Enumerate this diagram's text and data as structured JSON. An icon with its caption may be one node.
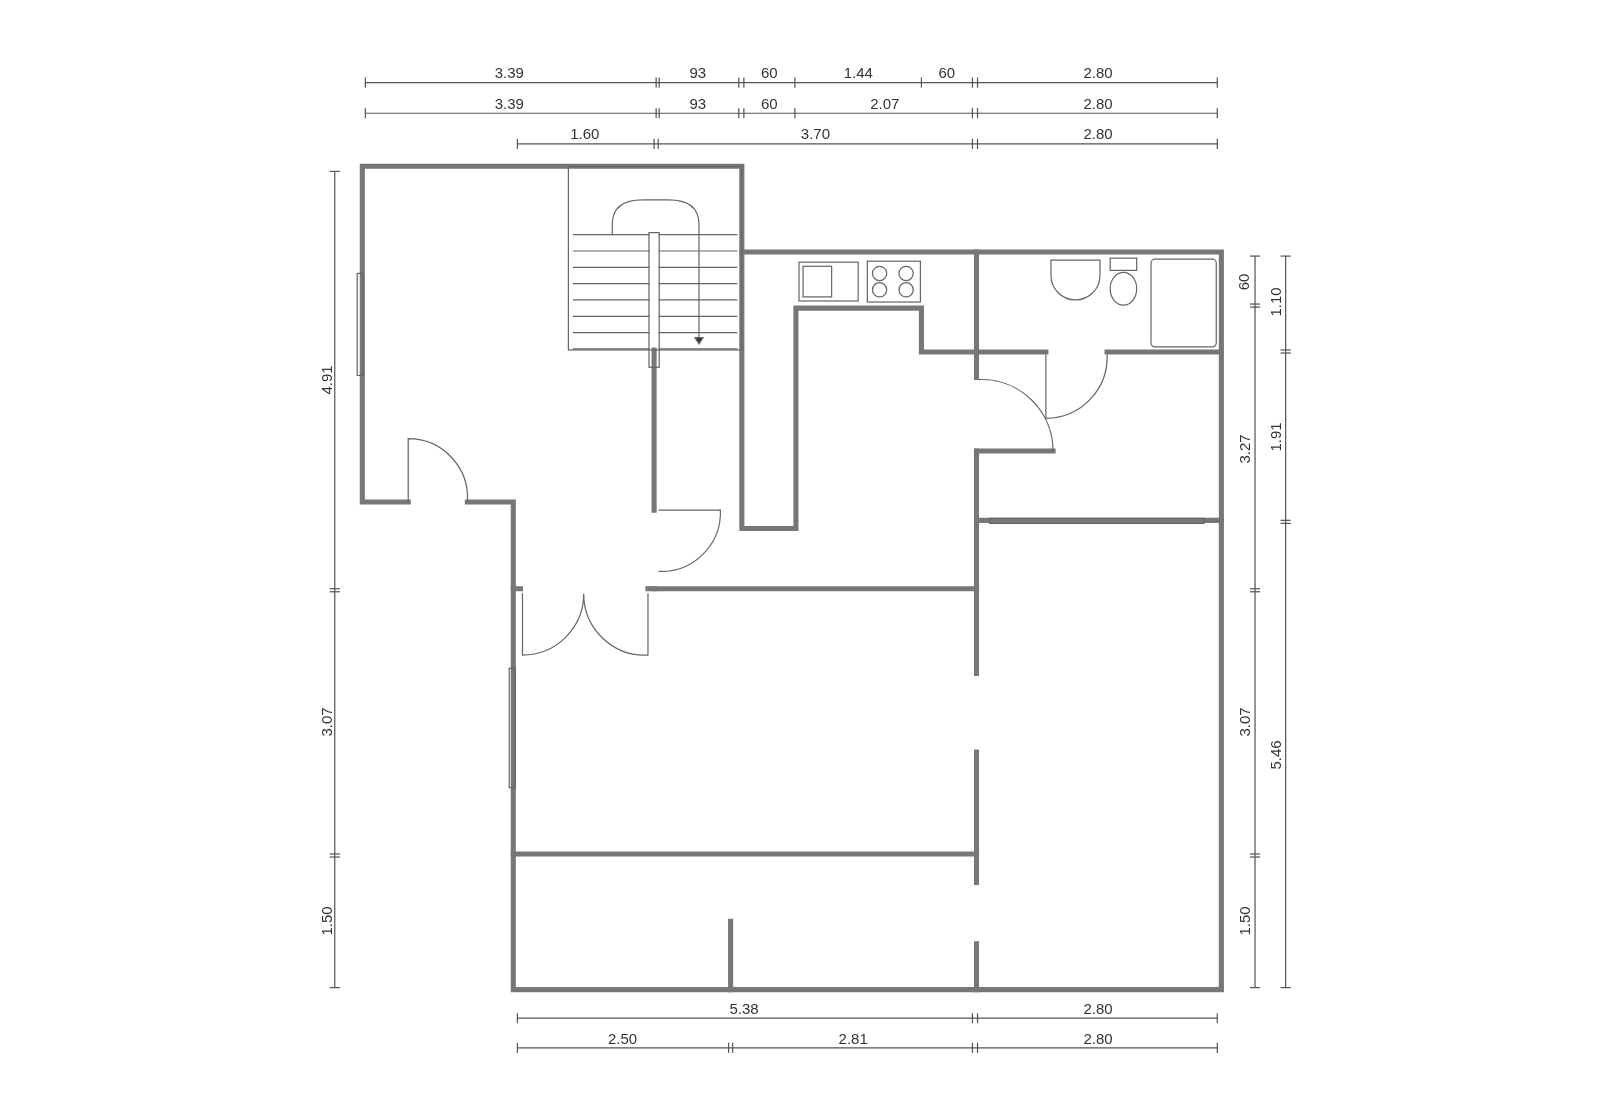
{
  "diagram": {
    "labels": [
      "3.39",
      "93",
      "60",
      "1.44",
      "60",
      "2.80",
      "3.39",
      "93",
      "60",
      "2.07",
      "2.80",
      "1.60",
      "3.70",
      "2.80",
      "4.91",
      "3.07",
      "1.50",
      "60",
      "3.27",
      "3.07",
      "1.50",
      "1.10",
      "1.91",
      "5.46",
      "5.38",
      "2.80",
      "2.50",
      "2.81",
      "2.80"
    ]
  }
}
